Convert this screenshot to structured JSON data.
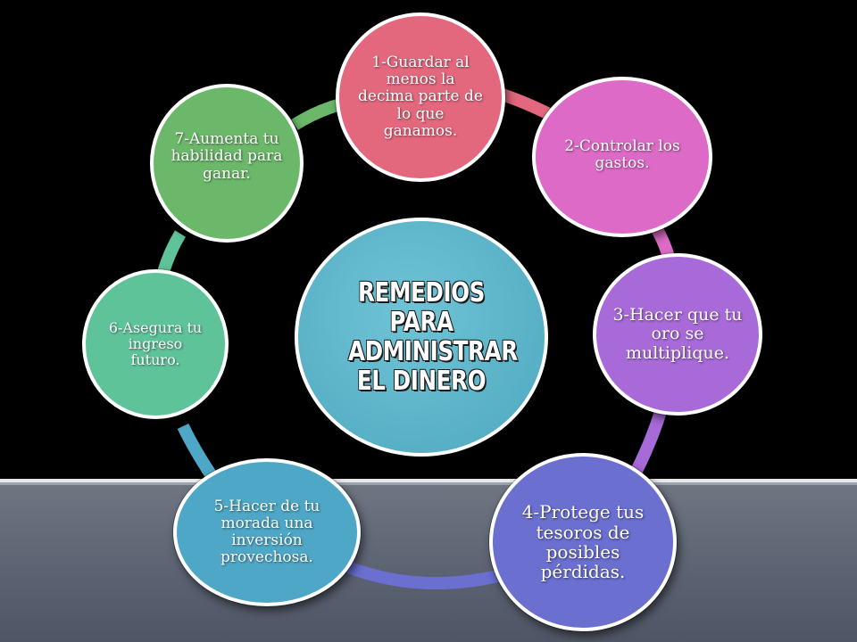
{
  "colors": {
    "background": "#000000",
    "band": "#5a6170",
    "center": "#58b0c6",
    "step1": "#e4687d",
    "step2": "#dc6ac6",
    "step3": "#a86ad9",
    "step4": "#6a6fd0",
    "step5": "#4ea7c6",
    "step6": "#5fc39a",
    "step7": "#6cb86a"
  },
  "center": {
    "title": "REMEDIOS PARA ADMINISTRAR EL DINERO"
  },
  "steps": [
    {
      "label": "1-Guardar al menos la decima parte de lo que ganamos."
    },
    {
      "label": "2-Controlar los gastos."
    },
    {
      "label": "3-Hacer que tu oro se multiplique."
    },
    {
      "label": "4-Protege tus tesoros de posibles pérdidas."
    },
    {
      "label": "5-Hacer de tu morada una inversión provechosa."
    },
    {
      "label": "6-Asegura tu ingreso futuro."
    },
    {
      "label": "7-Aumenta tu habilidad para ganar."
    }
  ]
}
